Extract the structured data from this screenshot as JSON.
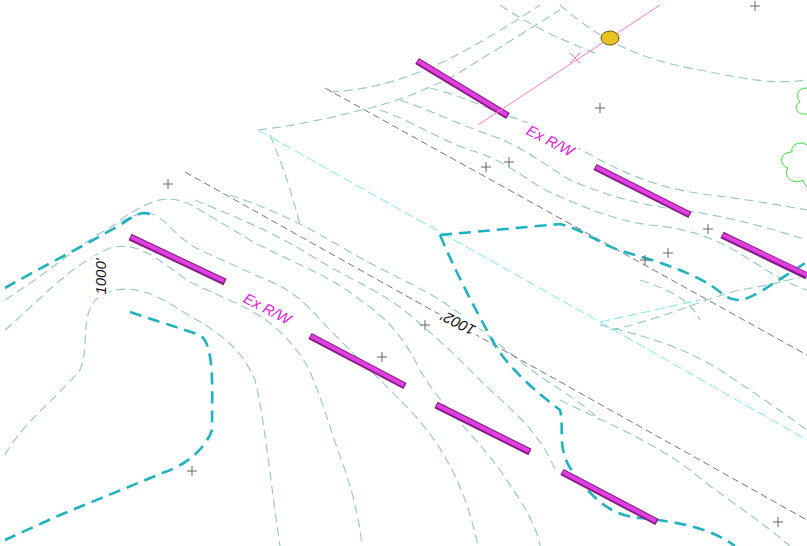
{
  "diagram": {
    "labels": [
      "Ex R/W",
      "1000'",
      "Ex R/W",
      "1002'"
    ]
  }
}
